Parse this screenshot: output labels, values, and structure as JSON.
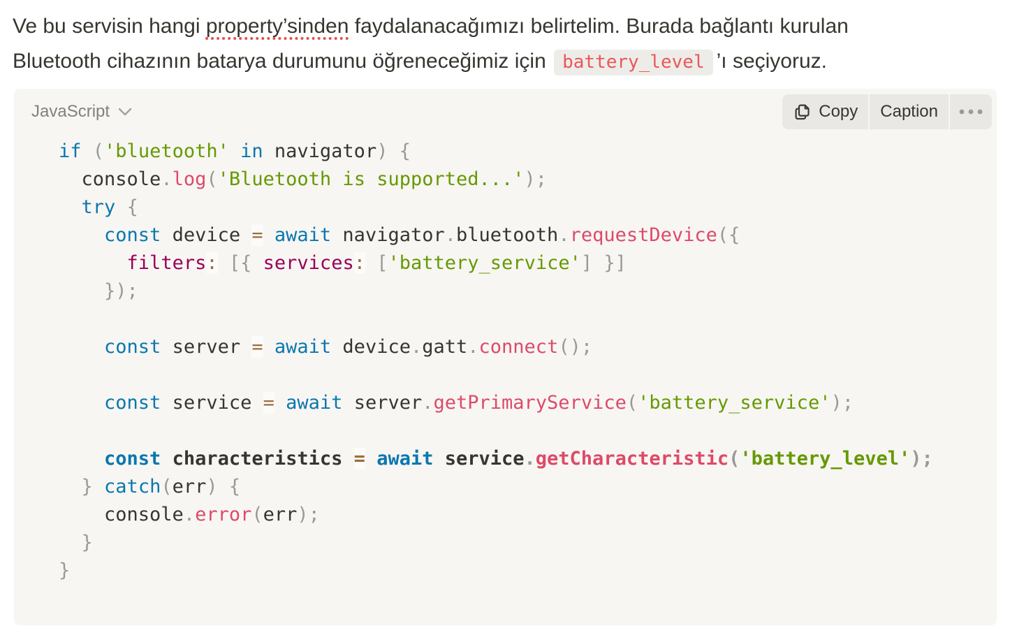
{
  "paragraph": {
    "part1": "Ve bu servisin hangi ",
    "misspelled": "property’sinden",
    "part2a": " faydalanacağımızı belirtelim. Burada bağlantı kurulan",
    "part2b": "Bluetooth cihazının batarya durumunu öğreneceğimiz için ",
    "inline_code": "battery_level",
    "part3": "’ı seçiyoruz."
  },
  "code_block": {
    "language": "JavaScript",
    "copy_label": "Copy",
    "caption_label": "Caption",
    "icons": {
      "language_chevron": "chevron-down-icon",
      "copy": "copy-pages-icon",
      "more": "ellipsis-icon"
    },
    "lines": [
      {
        "tokens": [
          [
            "kw",
            "if"
          ],
          [
            "pl",
            " "
          ],
          [
            "pu",
            "("
          ],
          [
            "st",
            "'bluetooth'"
          ],
          [
            "pl",
            " "
          ],
          [
            "kw",
            "in"
          ],
          [
            "pl",
            " navigator"
          ],
          [
            "pu",
            ")"
          ],
          [
            "pl",
            " "
          ],
          [
            "pu",
            "{"
          ]
        ]
      },
      {
        "tokens": [
          [
            "pl",
            "  console"
          ],
          [
            "pu",
            "."
          ],
          [
            "fn",
            "log"
          ],
          [
            "pu",
            "("
          ],
          [
            "st",
            "'Bluetooth is supported...'"
          ],
          [
            "pu",
            ");"
          ]
        ]
      },
      {
        "tokens": [
          [
            "pl",
            "  "
          ],
          [
            "kw",
            "try"
          ],
          [
            "pl",
            " "
          ],
          [
            "pu",
            "{"
          ]
        ]
      },
      {
        "tokens": [
          [
            "pl",
            "    "
          ],
          [
            "kw",
            "const"
          ],
          [
            "pl",
            " device "
          ],
          [
            "op",
            "="
          ],
          [
            "pl",
            " "
          ],
          [
            "kw",
            "await"
          ],
          [
            "pl",
            " navigator"
          ],
          [
            "pu",
            "."
          ],
          [
            "pl",
            "bluetooth"
          ],
          [
            "pu",
            "."
          ],
          [
            "fn",
            "requestDevice"
          ],
          [
            "pu",
            "({"
          ]
        ]
      },
      {
        "tokens": [
          [
            "pl",
            "      "
          ],
          [
            "pr",
            "filters"
          ],
          [
            "op",
            ":"
          ],
          [
            "pl",
            " "
          ],
          [
            "pu",
            "[{"
          ],
          [
            "pl",
            " "
          ],
          [
            "pr",
            "services"
          ],
          [
            "op",
            ":"
          ],
          [
            "pl",
            " "
          ],
          [
            "pu",
            "["
          ],
          [
            "st",
            "'battery_service'"
          ],
          [
            "pu",
            "]"
          ],
          [
            "pl",
            " "
          ],
          [
            "pu",
            "}]"
          ]
        ]
      },
      {
        "tokens": [
          [
            "pl",
            "    "
          ],
          [
            "pu",
            "});"
          ]
        ]
      },
      {
        "tokens": []
      },
      {
        "tokens": [
          [
            "pl",
            "    "
          ],
          [
            "kw",
            "const"
          ],
          [
            "pl",
            " server "
          ],
          [
            "op",
            "="
          ],
          [
            "pl",
            " "
          ],
          [
            "kw",
            "await"
          ],
          [
            "pl",
            " device"
          ],
          [
            "pu",
            "."
          ],
          [
            "pl",
            "gatt"
          ],
          [
            "pu",
            "."
          ],
          [
            "fn",
            "connect"
          ],
          [
            "pu",
            "();"
          ]
        ]
      },
      {
        "tokens": []
      },
      {
        "tokens": [
          [
            "pl",
            "    "
          ],
          [
            "kw",
            "const"
          ],
          [
            "pl",
            " service "
          ],
          [
            "op",
            "="
          ],
          [
            "pl",
            " "
          ],
          [
            "kw",
            "await"
          ],
          [
            "pl",
            " server"
          ],
          [
            "pu",
            "."
          ],
          [
            "fn",
            "getPrimaryService"
          ],
          [
            "pu",
            "("
          ],
          [
            "st",
            "'battery_service'"
          ],
          [
            "pu",
            ");"
          ]
        ]
      },
      {
        "tokens": []
      },
      {
        "bold": true,
        "tokens": [
          [
            "pl",
            "    "
          ],
          [
            "kw",
            "const"
          ],
          [
            "pl",
            " characteristics "
          ],
          [
            "op",
            "="
          ],
          [
            "pl",
            " "
          ],
          [
            "kw",
            "await"
          ],
          [
            "pl",
            " service"
          ],
          [
            "pu",
            "."
          ],
          [
            "fn",
            "getCharacteristic"
          ],
          [
            "pu",
            "("
          ],
          [
            "st",
            "'battery_level'"
          ],
          [
            "pu",
            ");"
          ]
        ]
      },
      {
        "tokens": [
          [
            "pl",
            "  "
          ],
          [
            "pu",
            "}"
          ],
          [
            "pl",
            " "
          ],
          [
            "kw",
            "catch"
          ],
          [
            "pu",
            "("
          ],
          [
            "pl",
            "err"
          ],
          [
            "pu",
            ")"
          ],
          [
            "pl",
            " "
          ],
          [
            "pu",
            "{"
          ]
        ]
      },
      {
        "tokens": [
          [
            "pl",
            "    console"
          ],
          [
            "pu",
            "."
          ],
          [
            "fn",
            "error"
          ],
          [
            "pu",
            "("
          ],
          [
            "pl",
            "err"
          ],
          [
            "pu",
            ");"
          ]
        ]
      },
      {
        "tokens": [
          [
            "pl",
            "  "
          ],
          [
            "pu",
            "}"
          ]
        ]
      },
      {
        "tokens": [
          [
            "pu",
            "}"
          ]
        ]
      }
    ]
  },
  "colors": {
    "page_bg": "#FFFFFF",
    "text": "#37352F",
    "code_block_bg": "#F7F6F3",
    "action_button_bg": "#E9E8E4",
    "language_label": "#83817D",
    "inline_code_text": "#EB5757",
    "inline_code_bg": "#EDECE9",
    "misspell_underline": "#E0524C",
    "token_keyword": "#0B77AD",
    "token_string": "#669900",
    "token_function": "#DD4A68",
    "token_property": "#990055",
    "token_operator": "#9A6E3A",
    "token_punctuation": "#999999"
  }
}
